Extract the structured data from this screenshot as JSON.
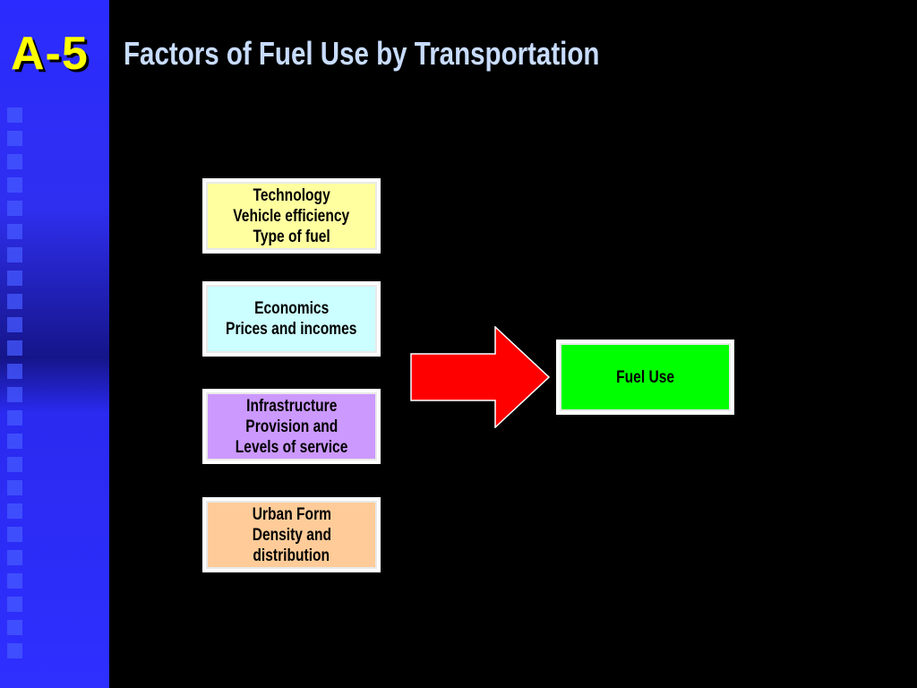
{
  "slide": {
    "number": "A-5",
    "title": "Factors of Fuel Use by Transportation"
  },
  "factors": [
    {
      "lines": [
        "Technology",
        "Vehicle efficiency",
        "Type of fuel"
      ],
      "color": "#ffffa0"
    },
    {
      "lines": [
        "Economics",
        "Prices and incomes"
      ],
      "color": "#ccffff"
    },
    {
      "lines": [
        "Infrastructure",
        "Provision and",
        "Levels of service"
      ],
      "color": "#cc99ff"
    },
    {
      "lines": [
        "Urban Form",
        "Density and",
        "distribution"
      ],
      "color": "#ffcc99"
    }
  ],
  "outcome": {
    "label": "Fuel Use",
    "color": "#00ff00"
  },
  "colors": {
    "background": "#000000",
    "sidebar": "#2b2bff",
    "slide_number": "#ffff00",
    "title": "#c8dcff",
    "arrow": "#ff0000"
  }
}
